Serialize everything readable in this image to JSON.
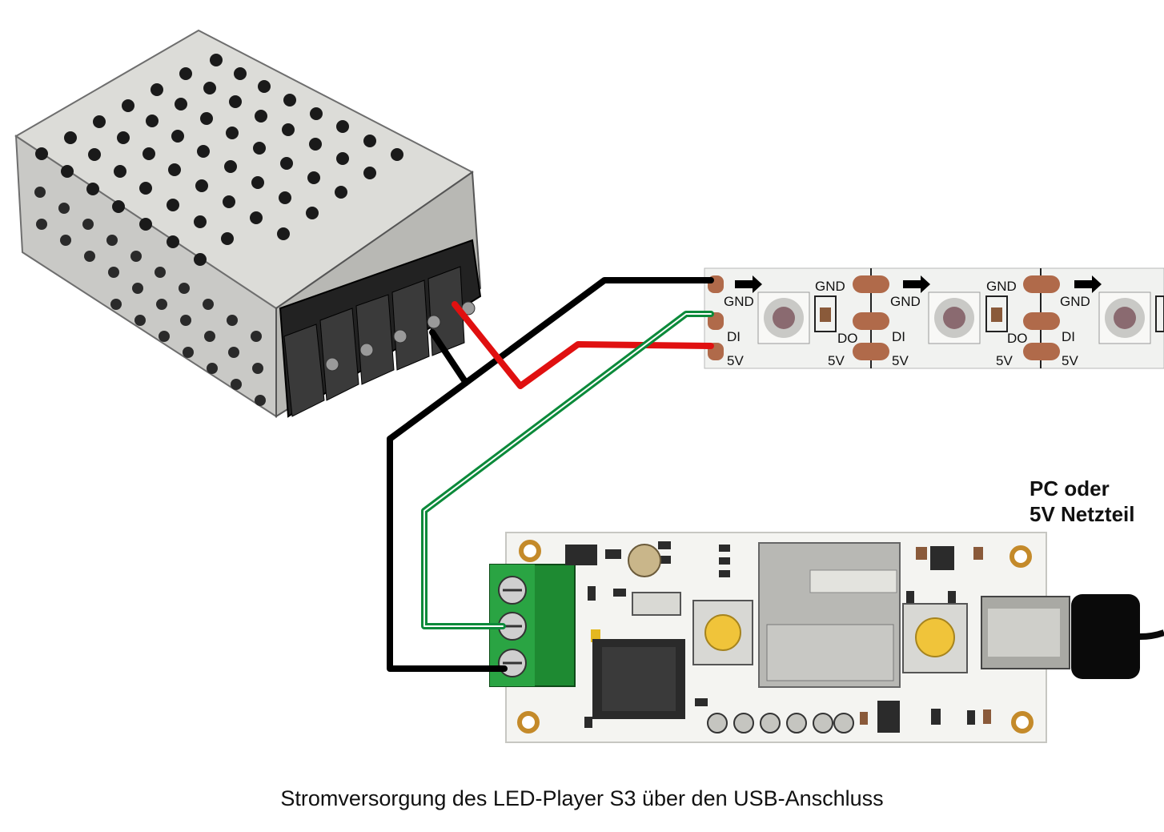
{
  "strip": {
    "segments": [
      {
        "gnd_in": "GND",
        "gnd_out": "GND",
        "di": "DI",
        "do": "DO",
        "v_in": "5V",
        "v_out": "5V"
      },
      {
        "gnd_in": "GND",
        "gnd_out": "GND",
        "di": "DI",
        "do": "DO",
        "v_in": "5V",
        "v_out": "5V"
      },
      {
        "gnd_in": "GND",
        "di": "DI",
        "v_in": "5V"
      }
    ]
  },
  "usb_label": {
    "line1": "PC oder",
    "line2": "5V Netzteil"
  },
  "caption": "Stromversorgung des LED-Player S3 über den USB-Anschluss",
  "colors": {
    "wire_black": "#000000",
    "wire_red": "#e01010",
    "wire_green": "#0b8a3a",
    "strip": "#f1f2f0",
    "pad": "#b06a4a",
    "pcb": "#f4f4f1",
    "terminal": "#1e8a32",
    "button": "#f0c43a"
  }
}
